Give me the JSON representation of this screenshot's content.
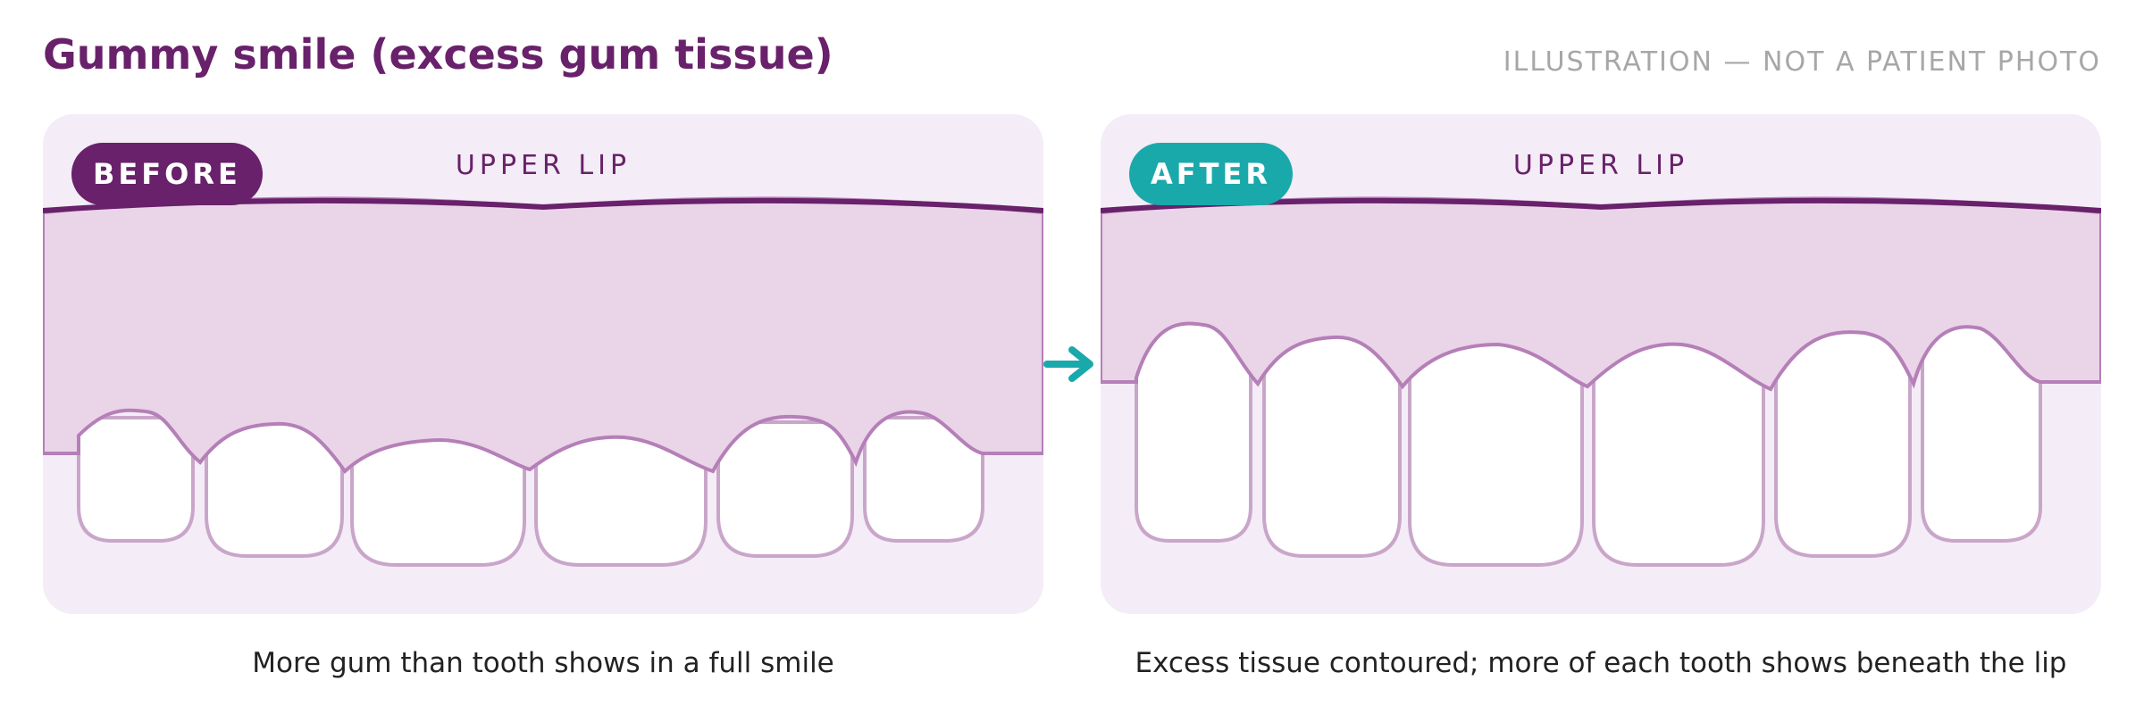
{
  "header": {
    "title": "Gummy smile (excess gum tissue)",
    "note": "ILLUSTRATION — NOT A PATIENT PHOTO"
  },
  "panels": {
    "before": {
      "badge": "BEFORE",
      "lip_label": "UPPER LIP",
      "caption": "More gum than tooth shows in a full smile"
    },
    "after": {
      "badge": "AFTER",
      "lip_label": "UPPER LIP",
      "caption": "Excess tissue contoured; more of each tooth shows beneath the lip"
    }
  },
  "colors": {
    "brand_purple": "#68216a",
    "accent_teal": "#1aa9ab",
    "gum_fill": "#ead4e8",
    "gum_stroke": "#b57fb8",
    "tooth_stroke": "#c9a6c9",
    "panel_bg": "#f4ecf6"
  },
  "icons": {
    "transition": "arrow-right-icon"
  }
}
